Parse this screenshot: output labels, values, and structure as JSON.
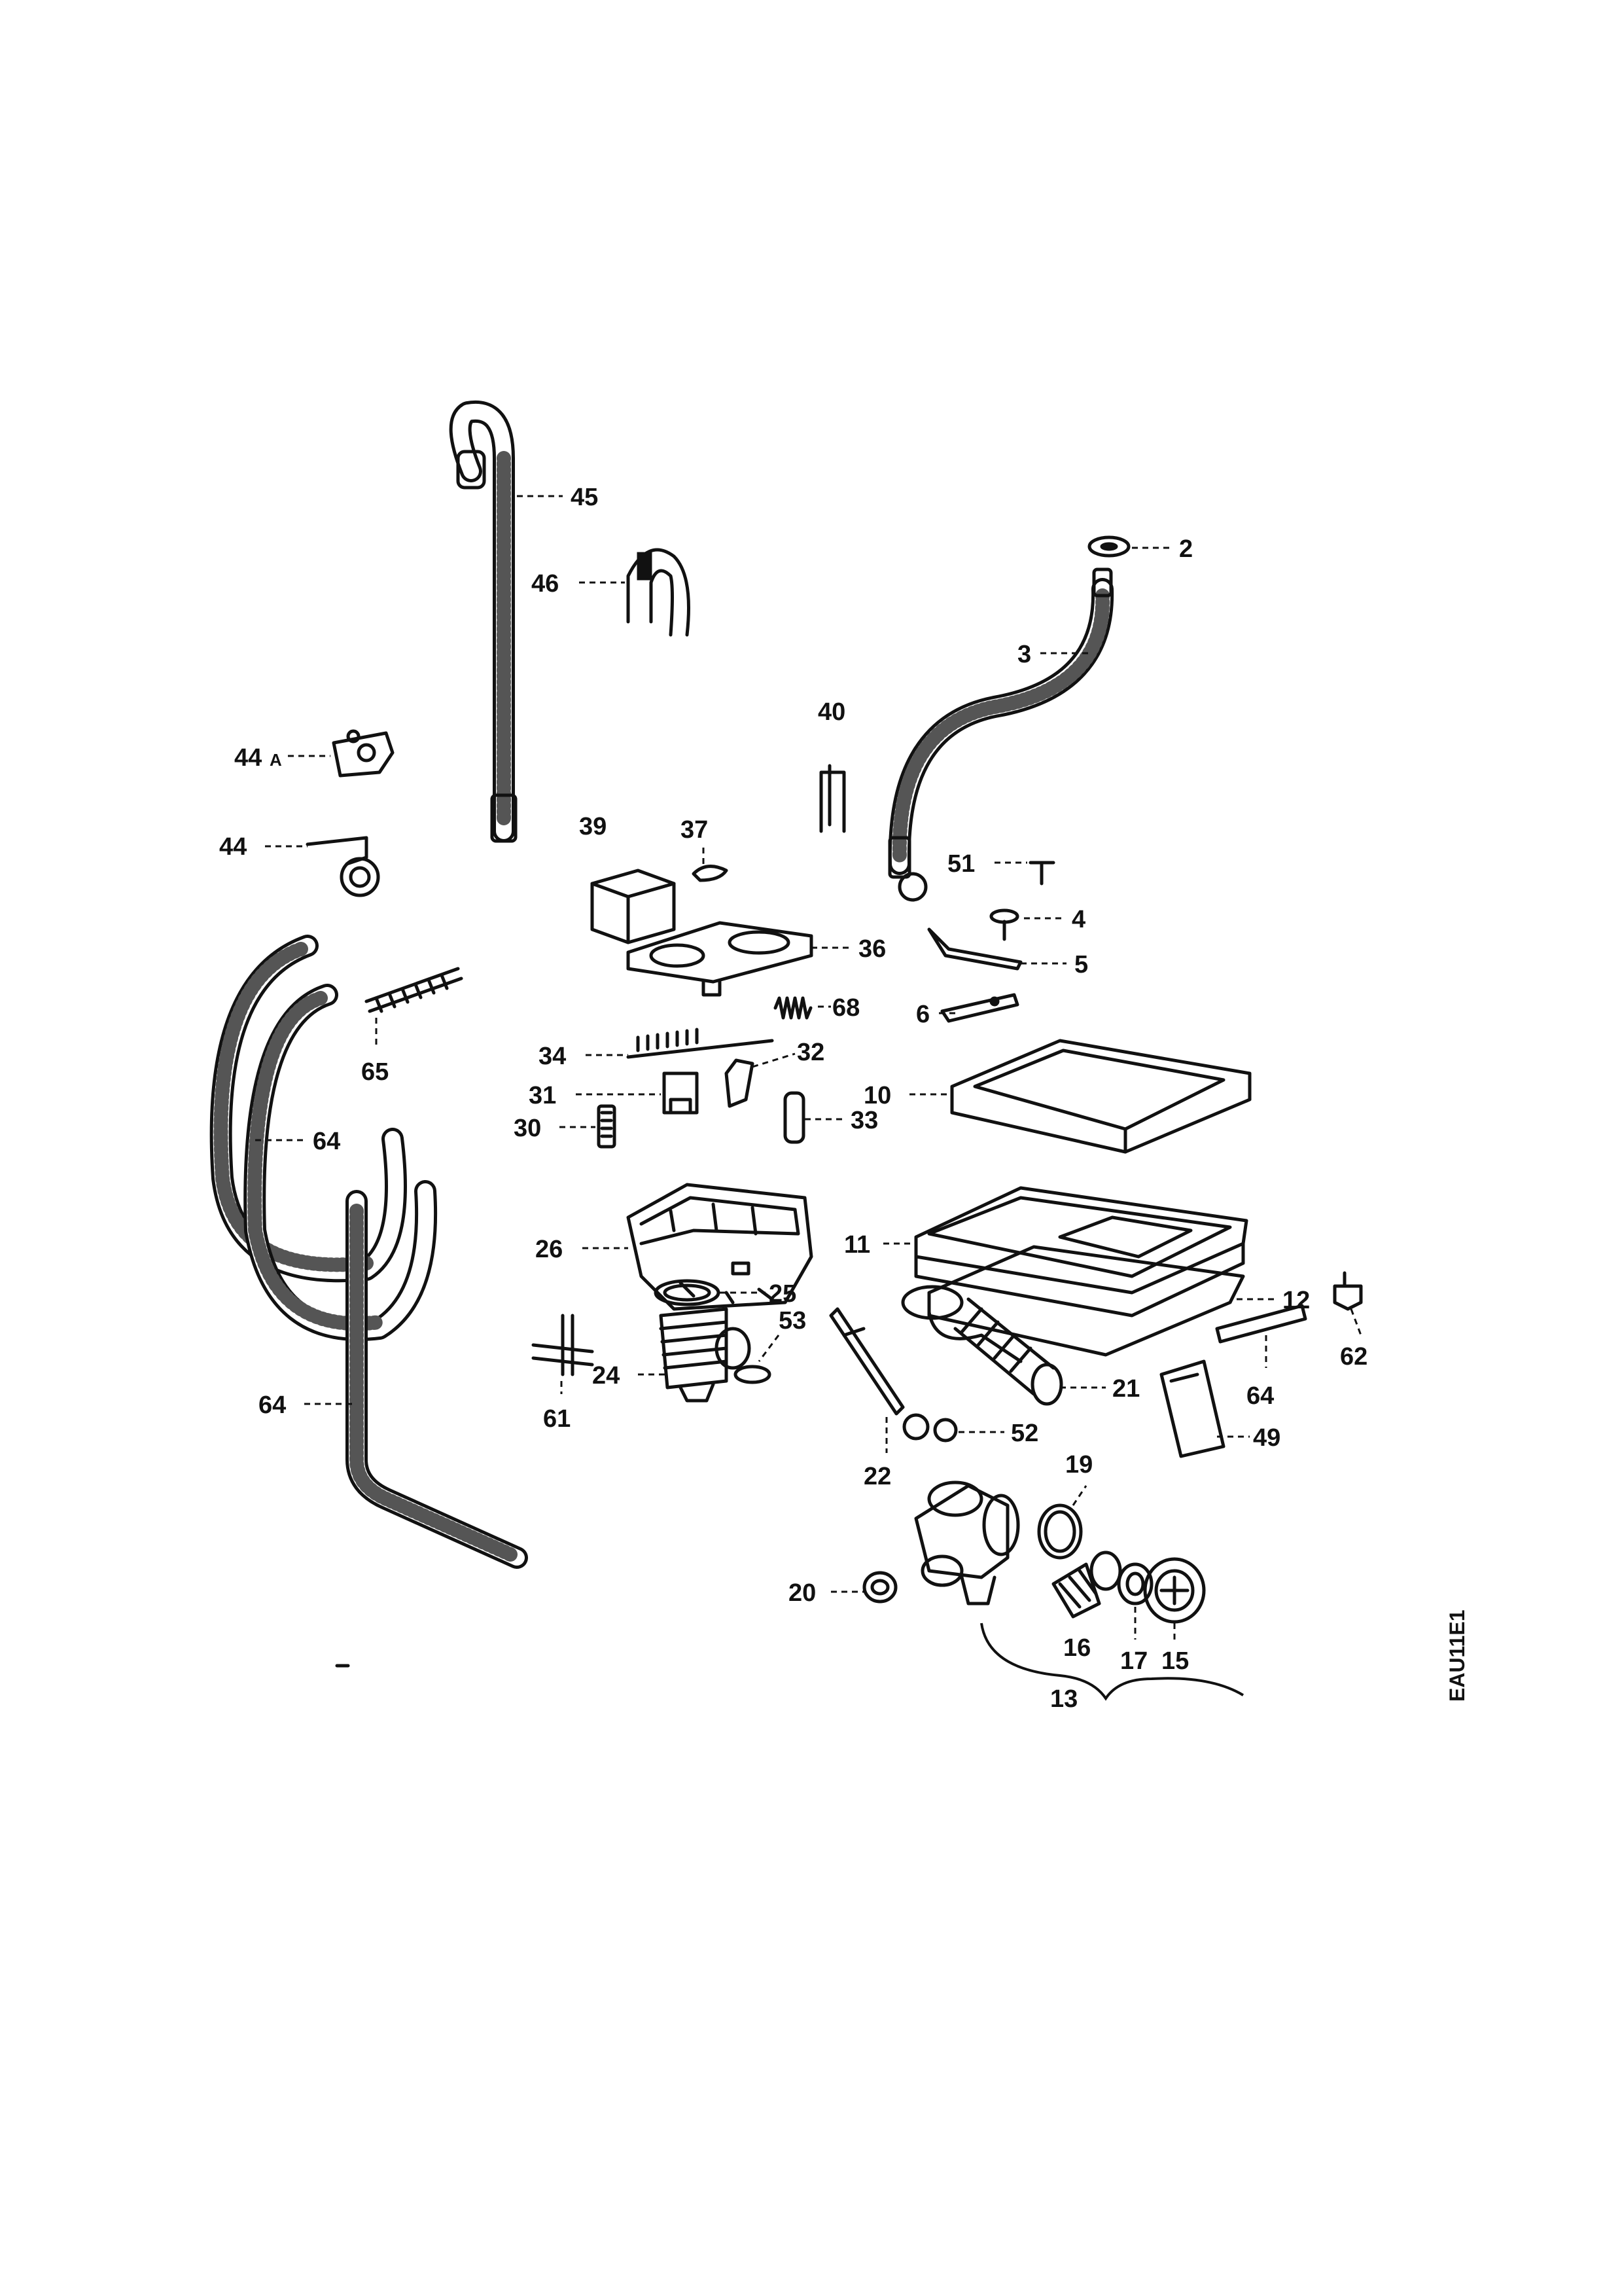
{
  "diagram": {
    "labels": {
      "p45": "45",
      "p46": "46",
      "p2": "2",
      "p3": "3",
      "p40": "40",
      "p44a": "44",
      "p44a_suffix": "A",
      "p44": "44",
      "p39": "39",
      "p37": "37",
      "p51": "51",
      "p4": "4",
      "p36": "36",
      "p5": "5",
      "p68": "68",
      "p6": "6",
      "p65": "65",
      "p34": "34",
      "p32": "32",
      "p31": "31",
      "p10": "10",
      "p30": "30",
      "p33": "33",
      "p64a": "64",
      "p26": "26",
      "p11": "11",
      "p12": "12",
      "p25": "25",
      "p53": "53",
      "p62": "62",
      "p24": "24",
      "p61": "61",
      "p64b": "64",
      "p64c": "64",
      "p21": "21",
      "p52": "52",
      "p49": "49",
      "p22": "22",
      "p19": "19",
      "p20": "20",
      "p16": "16",
      "p17": "17",
      "p15": "15",
      "p13": "13"
    },
    "drawing_code": "EAU11E1"
  }
}
